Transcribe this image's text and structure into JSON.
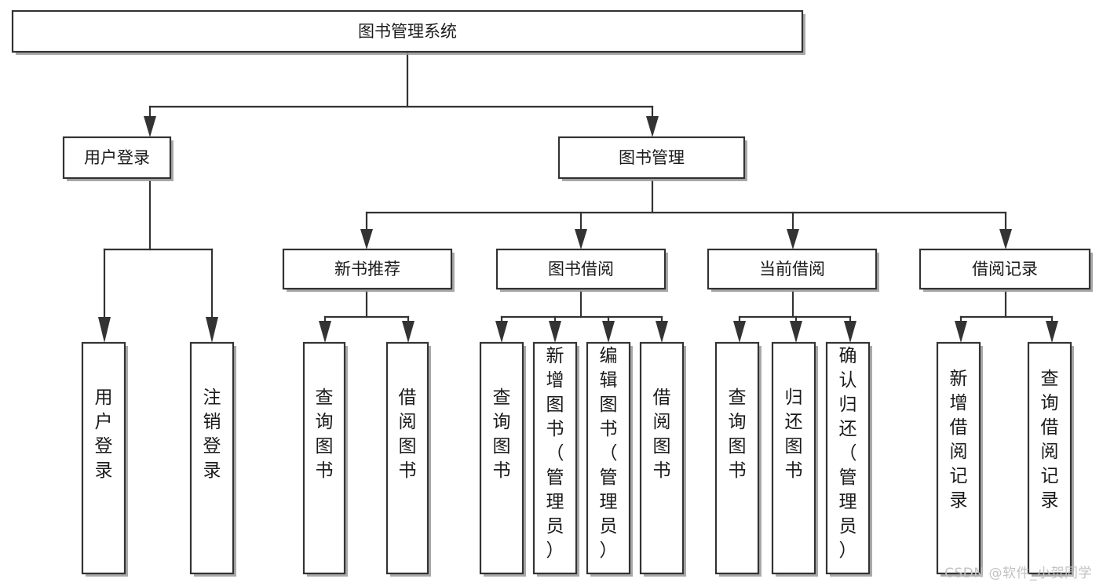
{
  "diagram": {
    "title": "图书管理系统",
    "type": "hierarchy-tree",
    "watermark": "CSDN @软件_小贺同学",
    "colors": {
      "box_stroke": "#333333",
      "box_fill": "#ffffff",
      "connector": "#333333",
      "text": "#1a1a1a",
      "watermark": "#c2c2c2",
      "shadow": "#9a9a9a"
    },
    "levels": {
      "root": {
        "id": "root",
        "label": "图书管理系统",
        "orientation": "horizontal"
      },
      "level2": [
        {
          "id": "user-login",
          "label": "用户登录",
          "orientation": "horizontal"
        },
        {
          "id": "book-management",
          "label": "图书管理",
          "orientation": "horizontal"
        }
      ],
      "level3": [
        {
          "id": "new-book-recommend",
          "label": "新书推荐",
          "orientation": "horizontal",
          "parent": "book-management"
        },
        {
          "id": "book-borrow",
          "label": "图书借阅",
          "orientation": "horizontal",
          "parent": "book-management"
        },
        {
          "id": "current-borrow",
          "label": "当前借阅",
          "orientation": "horizontal",
          "parent": "book-management"
        },
        {
          "id": "borrow-record",
          "label": "借阅记录",
          "orientation": "horizontal",
          "parent": "book-management"
        }
      ],
      "leaves": [
        {
          "id": "leaf-user-login",
          "label": "用户登录",
          "orientation": "vertical",
          "parent": "user-login"
        },
        {
          "id": "leaf-logout-login",
          "label": "注销登录",
          "orientation": "vertical",
          "parent": "user-login"
        },
        {
          "id": "leaf-query-book-1",
          "label": "查询图书",
          "orientation": "vertical",
          "parent": "new-book-recommend"
        },
        {
          "id": "leaf-borrow-book-1",
          "label": "借阅图书",
          "orientation": "vertical",
          "parent": "new-book-recommend"
        },
        {
          "id": "leaf-query-book-2",
          "label": "查询图书",
          "orientation": "vertical",
          "parent": "book-borrow"
        },
        {
          "id": "leaf-add-book",
          "label": "新增图书（管理员）",
          "orientation": "vertical",
          "parent": "book-borrow"
        },
        {
          "id": "leaf-edit-book",
          "label": "编辑图书（管理员）",
          "orientation": "vertical",
          "parent": "book-borrow"
        },
        {
          "id": "leaf-borrow-book-2",
          "label": "借阅图书",
          "orientation": "vertical",
          "parent": "book-borrow"
        },
        {
          "id": "leaf-query-book-3",
          "label": "查询图书",
          "orientation": "vertical",
          "parent": "current-borrow"
        },
        {
          "id": "leaf-return-book",
          "label": "归还图书",
          "orientation": "vertical",
          "parent": "current-borrow"
        },
        {
          "id": "leaf-confirm-return",
          "label": "确认归还（管理员）",
          "orientation": "vertical",
          "parent": "current-borrow"
        },
        {
          "id": "leaf-add-record",
          "label": "新增借阅记录",
          "orientation": "vertical",
          "parent": "borrow-record"
        },
        {
          "id": "leaf-query-record",
          "label": "查询借阅记录",
          "orientation": "vertical",
          "parent": "borrow-record"
        }
      ]
    }
  }
}
